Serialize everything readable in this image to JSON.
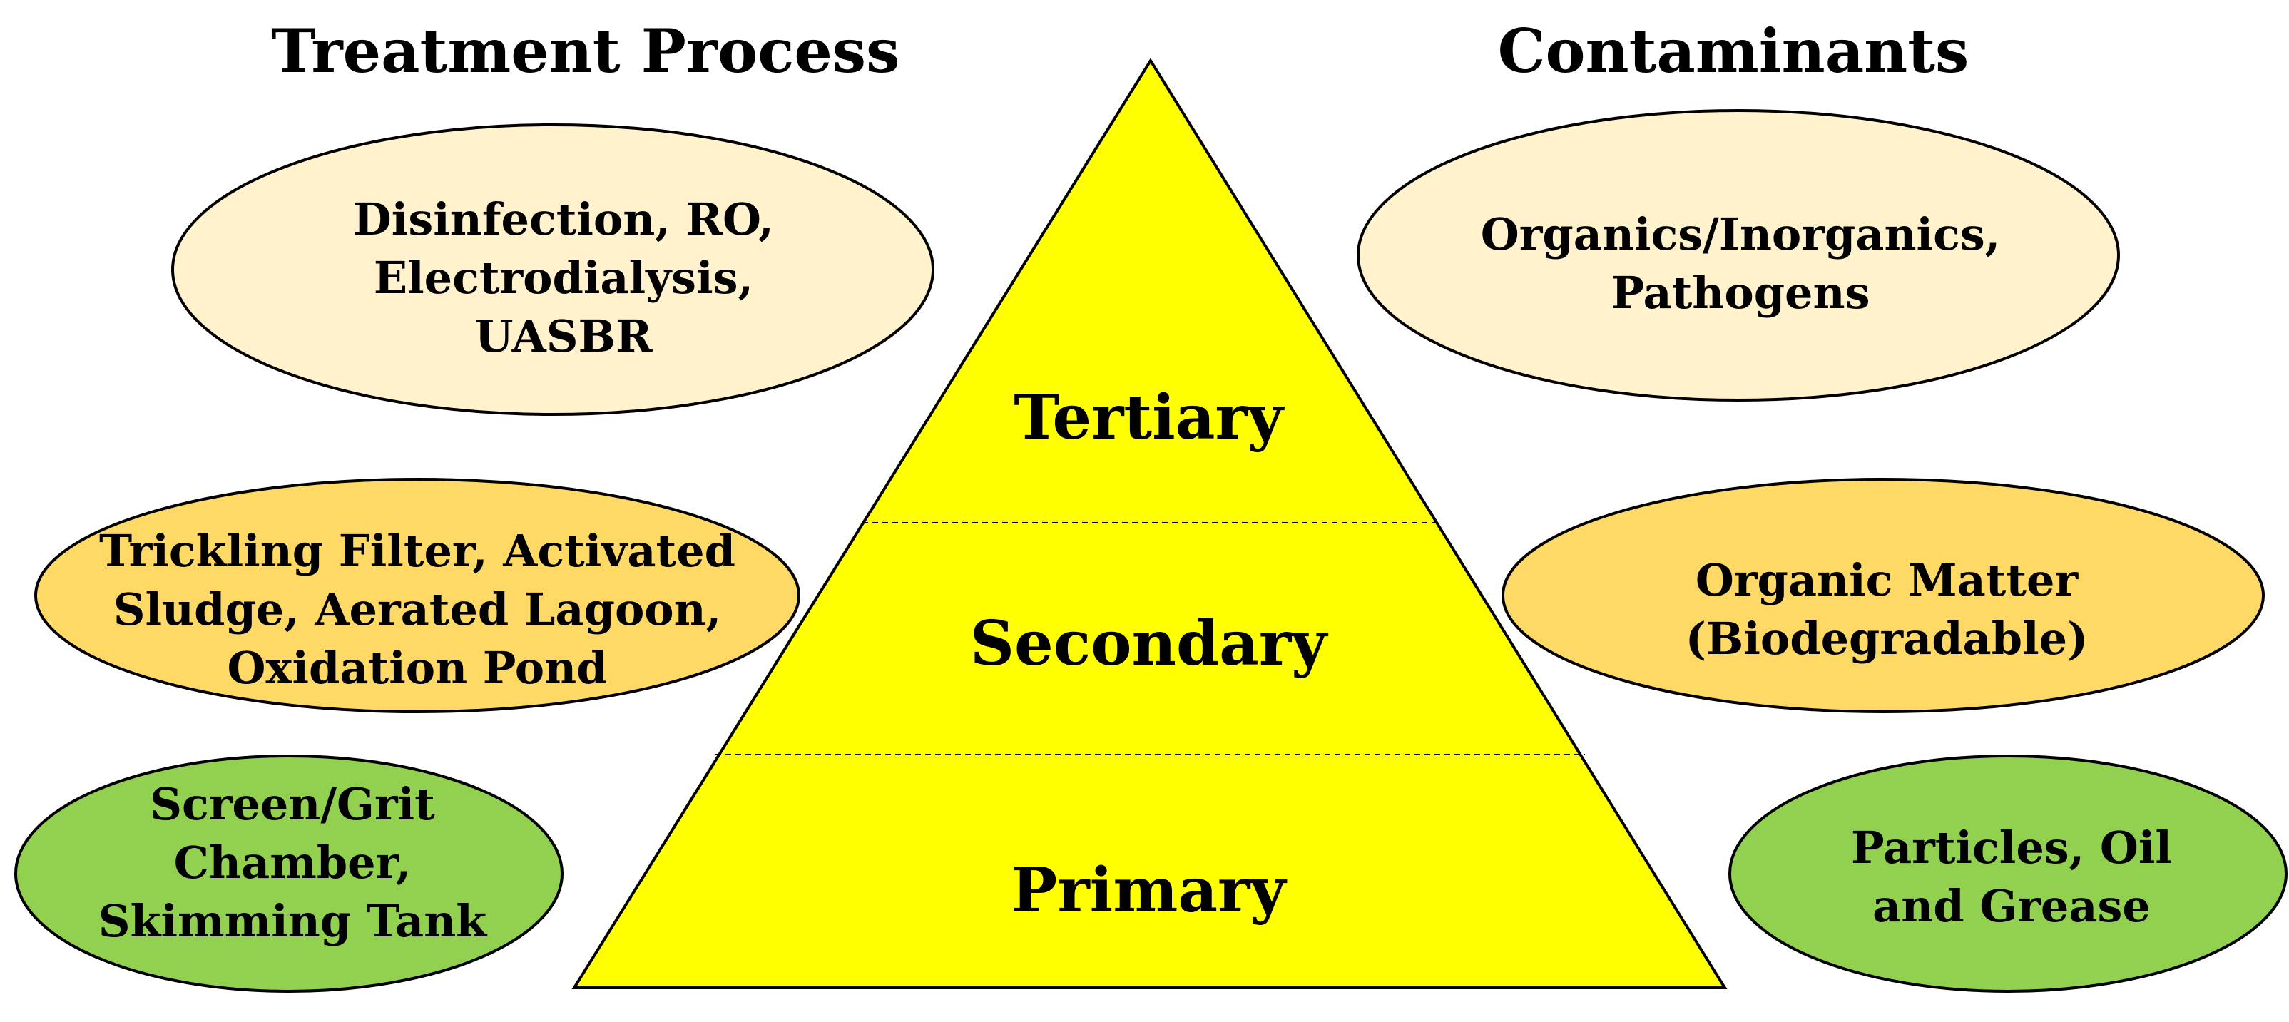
{
  "headings": {
    "left": "Treatment Process",
    "right": "Contaminants"
  },
  "pyramid": {
    "tiers": [
      {
        "label": "Tertiary"
      },
      {
        "label": "Secondary"
      },
      {
        "label": "Primary"
      }
    ]
  },
  "treatment_process": {
    "tertiary": [
      "Disinfection, RO,",
      "Electrodialysis,",
      "UASBR"
    ],
    "secondary": [
      "Trickling Filter, Activated",
      "Sludge, Aerated Lagoon,",
      "Oxidation Pond"
    ],
    "primary": [
      "Screen/Grit",
      "Chamber,",
      "Skimming Tank"
    ]
  },
  "contaminants": {
    "tertiary": [
      "Organics/Inorganics,",
      "Pathogens"
    ],
    "secondary": [
      "Organic Matter",
      "(Biodegradable)"
    ],
    "primary": [
      "Particles, Oil",
      "and Grease"
    ]
  },
  "colors": {
    "pyramid_fill": "#FFFF00",
    "tertiary_ellipse": "#FFF2CC",
    "secondary_ellipse": "#FFD966",
    "primary_ellipse": "#92D050",
    "outline": "#000000"
  }
}
